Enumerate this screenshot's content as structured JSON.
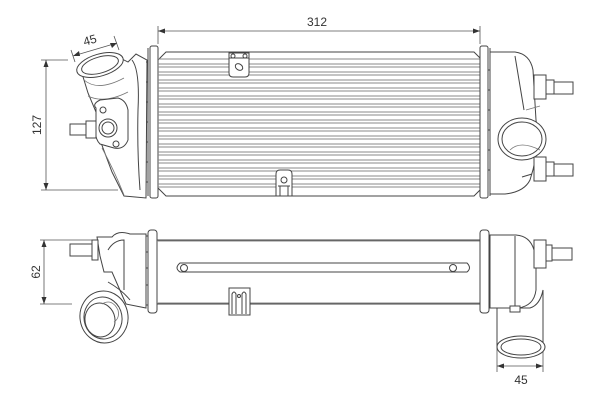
{
  "drawing": {
    "subject": "intercooler-technical-drawing",
    "line_color": "#444444",
    "background": "#ffffff"
  },
  "dimensions": {
    "core_width": "312",
    "overall_height": "127",
    "inlet_diameter_top": "45",
    "overall_depth": "62",
    "outlet_diameter_bottom": "45"
  },
  "views": [
    {
      "name": "front-view",
      "label": ""
    },
    {
      "name": "top-view",
      "label": ""
    }
  ]
}
